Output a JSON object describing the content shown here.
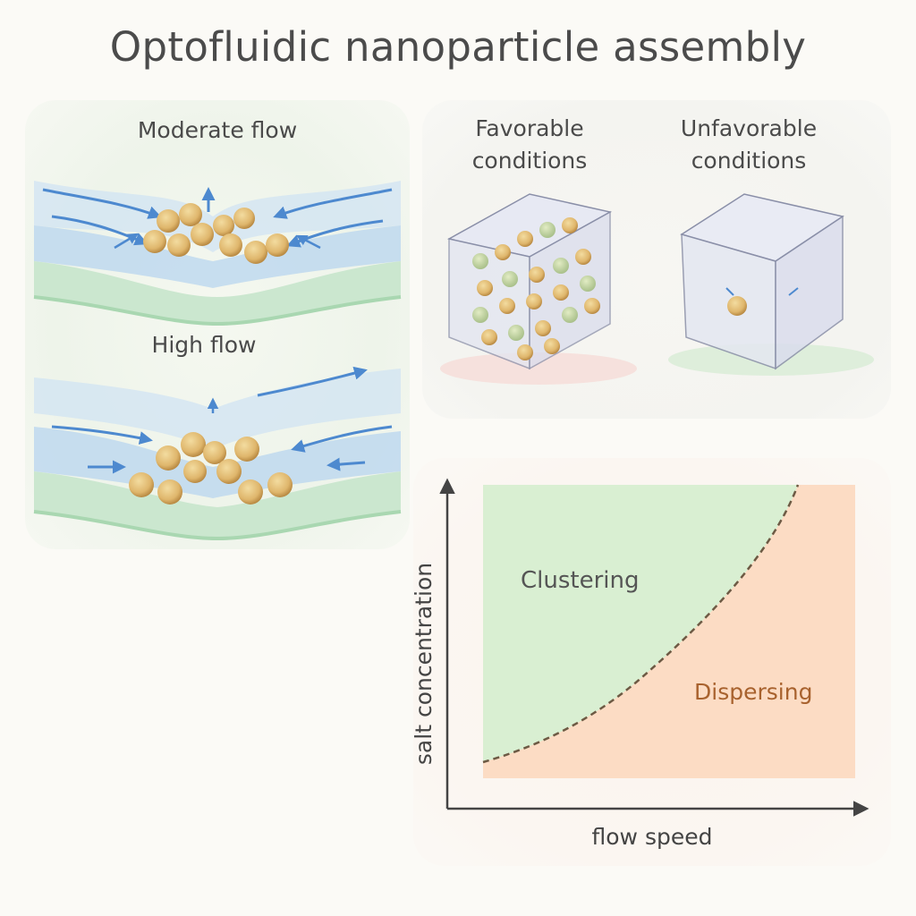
{
  "title": "Optofluidic nanoparticle assembly",
  "flow_panel": {
    "moderate_label": "Moderate flow",
    "high_label": "High flow"
  },
  "cube_panel": {
    "favorable_label": "Favorable conditions",
    "unfavorable_label": "Unfavorable conditions"
  },
  "phase_diagram": {
    "ylabel": "salt concentration",
    "xlabel": "flow speed",
    "regions": [
      {
        "name": "Clustering",
        "color": "#d9efd2"
      },
      {
        "name": "Dispersing",
        "color": "#fcdcc4"
      }
    ],
    "boundary_color": "#6d5a44",
    "dispersing_label_color": "#a8622e"
  },
  "colors": {
    "particle": "#e2bc74",
    "particle_dark": "#b98a43",
    "arrow": "#4d89cf",
    "water": "#b7d5ee",
    "substrate": "#bfe2c2"
  }
}
